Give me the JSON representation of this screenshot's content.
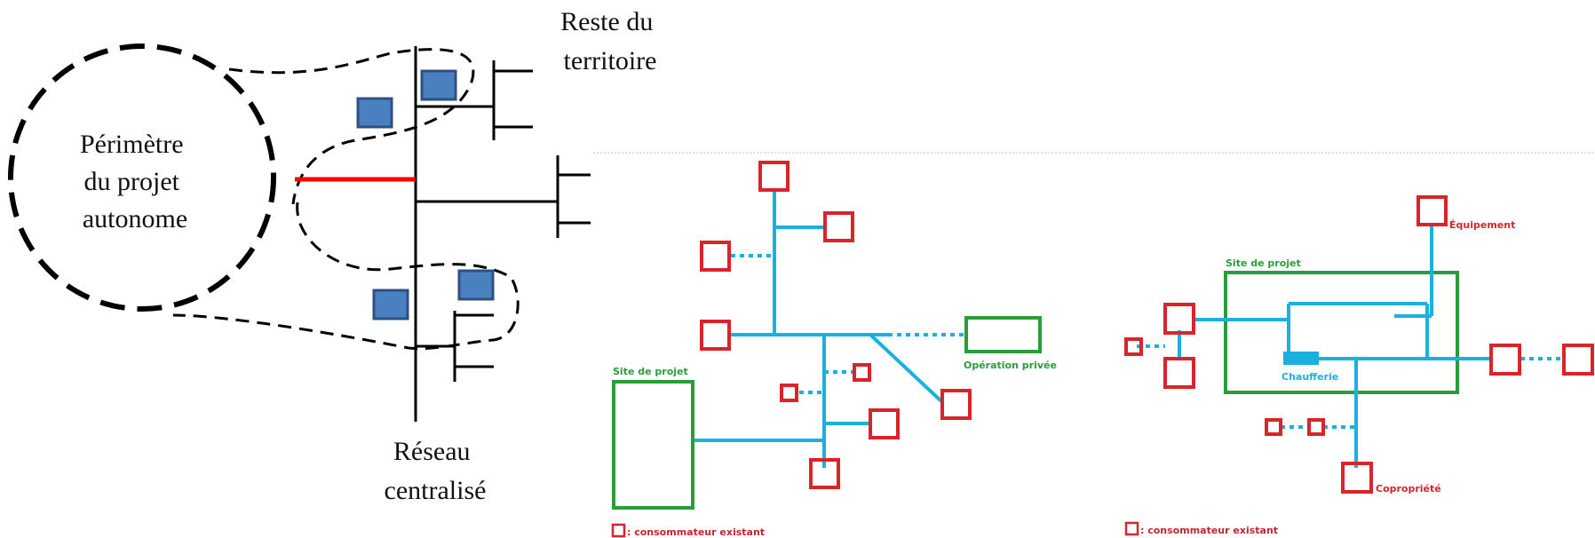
{
  "colors": {
    "network_line": "#1ab0e0",
    "consumer": "#d9242c",
    "site": "#2a9d3a",
    "centralized": "#000000",
    "connection": "#ff0000",
    "building_fill": "#4a7fc0",
    "building_stroke": "#2f4f7f"
  },
  "left_diagram": {
    "perimeter_label": [
      "Périmètre",
      "du projet",
      "autonome"
    ],
    "rest_label": [
      "Reste du",
      "territoire"
    ],
    "network_label": [
      "Réseau",
      "centralisé"
    ]
  },
  "middle_diagram": {
    "site_label": "Site de projet",
    "private_op_label": "Opération privée",
    "legend_label": ": consommateur existant"
  },
  "right_diagram": {
    "site_label": "Site de projet",
    "boiler_label": "Chaufferie",
    "equipment_label": "Équipement",
    "coownership_label": "Copropriété",
    "legend_label": ": consommateur existant"
  }
}
